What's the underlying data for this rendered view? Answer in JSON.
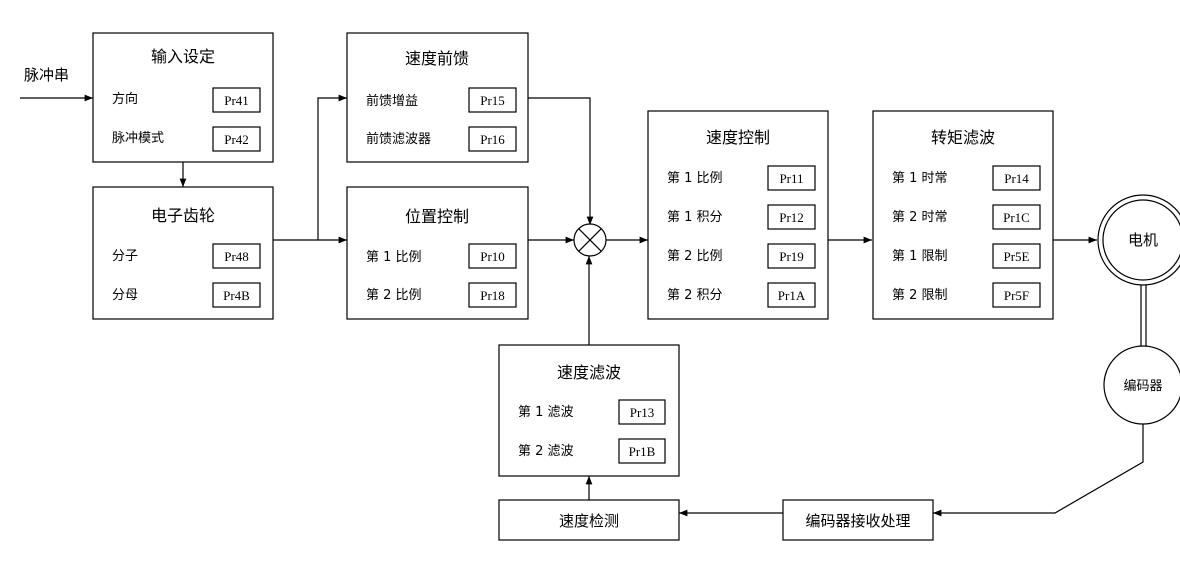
{
  "input_label": "脉冲串",
  "blocks": {
    "input_setting": {
      "title": "输入设定",
      "rows": [
        {
          "label": "方向",
          "param": "Pr41"
        },
        {
          "label": "脉冲模式",
          "param": "Pr42"
        }
      ]
    },
    "electronic_gear": {
      "title": "电子齿轮",
      "rows": [
        {
          "label": "分子",
          "param": "Pr48"
        },
        {
          "label": "分母",
          "param": "Pr4B"
        }
      ]
    },
    "speed_feedforward": {
      "title": "速度前馈",
      "rows": [
        {
          "label": "前馈增益",
          "param": "Pr15"
        },
        {
          "label": "前馈滤波器",
          "param": "Pr16"
        }
      ]
    },
    "position_control": {
      "title": "位置控制",
      "rows": [
        {
          "label": "第 1 比例",
          "param": "Pr10"
        },
        {
          "label": "第 2 比例",
          "param": "Pr18"
        }
      ]
    },
    "speed_control": {
      "title": "速度控制",
      "rows": [
        {
          "label": "第 1 比例",
          "param": "Pr11"
        },
        {
          "label": "第 1 积分",
          "param": "Pr12"
        },
        {
          "label": "第 2 比例",
          "param": "Pr19"
        },
        {
          "label": "第 2 积分",
          "param": "Pr1A"
        }
      ]
    },
    "torque_filter": {
      "title": "转矩滤波",
      "rows": [
        {
          "label": "第 1 时常",
          "param": "Pr14"
        },
        {
          "label": "第 2 时常",
          "param": "Pr1C"
        },
        {
          "label": "第 1 限制",
          "param": "Pr5E"
        },
        {
          "label": "第 2 限制",
          "param": "Pr5F"
        }
      ]
    },
    "speed_filter": {
      "title": "速度滤波",
      "rows": [
        {
          "label": "第 1 滤波",
          "param": "Pr13"
        },
        {
          "label": "第 2 滤波",
          "param": "Pr1B"
        }
      ]
    }
  },
  "speed_detect": "速度检测",
  "encoder_processing": "编码器接收处理",
  "motor": "电机",
  "encoder": "编码器"
}
